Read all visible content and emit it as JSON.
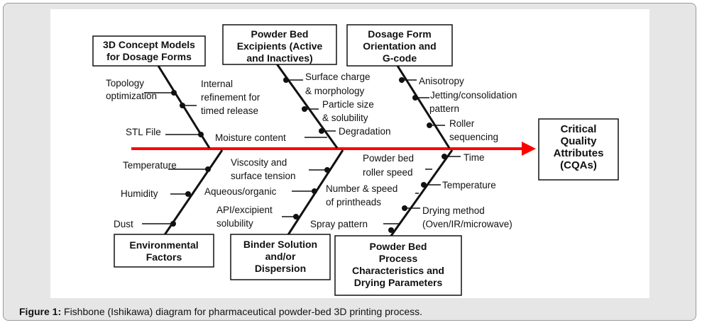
{
  "diagram": {
    "effect": [
      "Critical",
      "Quality",
      "Attributes",
      "(CQAs)"
    ],
    "categories": {
      "concept_models": [
        "3D Concept Models",
        "for Dosage Forms"
      ],
      "excipients": [
        "Powder Bed",
        "Excipients (Active",
        "and Inactives)"
      ],
      "orientation": [
        "Dosage Form",
        "Orientation and",
        "G-code"
      ],
      "environmental": [
        "Environmental",
        "Factors"
      ],
      "binder": [
        "Binder Solution",
        "and/or",
        "Dispersion"
      ],
      "process": [
        "Powder Bed",
        "Process",
        "Characteristics and",
        "Drying Parameters"
      ]
    },
    "causes": {
      "topology": [
        "Topology",
        "optimization"
      ],
      "internal": [
        "Internal",
        "refinement for",
        "timed release"
      ],
      "stl": "STL File",
      "surface_charge": [
        "Surface charge",
        "& morphology"
      ],
      "particle_size": [
        "Particle size",
        "& solubility"
      ],
      "degradation": "Degradation",
      "moisture": "Moisture content",
      "anisotropy": "Anisotropy",
      "jetting": [
        "Jetting/consolidation",
        "pattern"
      ],
      "roller_seq": [
        "Roller",
        "sequencing"
      ],
      "temperature_env": "Temperature",
      "humidity": "Humidity",
      "dust": "Dust",
      "viscosity": [
        "Viscosity and",
        "surface tension"
      ],
      "aqueous": "Aqueous/organic",
      "api": [
        "API/excipient",
        "solubility"
      ],
      "roller_speed": [
        "Powder bed",
        "roller speed"
      ],
      "time": "Time",
      "printheads": [
        "Number & speed",
        "of printheads"
      ],
      "temperature_proc": "Temperature",
      "drying": [
        "Drying method",
        "(Oven/IR/microwave)"
      ],
      "spray": "Spray pattern"
    }
  },
  "caption": {
    "label": "Figure 1:",
    "text": "Fishbone (Ishikawa) diagram for pharmaceutical powder-bed 3D printing process."
  },
  "colors": {
    "spine": "#ff0000",
    "ink": "#111111",
    "frame": "#e6e6e6"
  }
}
